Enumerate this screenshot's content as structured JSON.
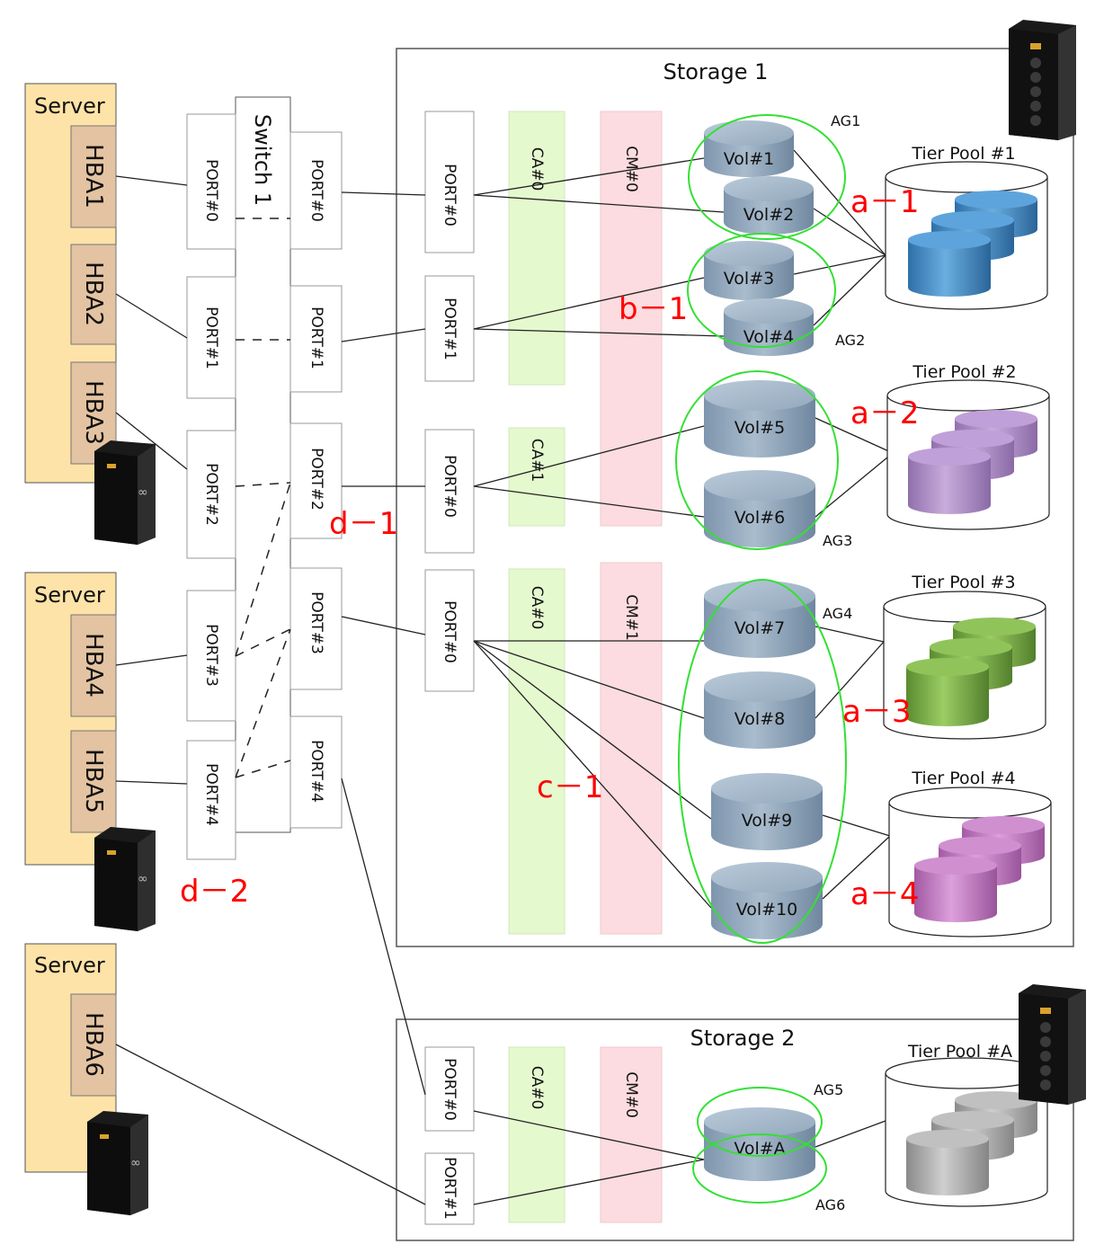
{
  "storage1": {
    "title": "Storage 1"
  },
  "storage2": {
    "title": "Storage 2"
  },
  "servers": [
    {
      "label": "Server",
      "hbas": [
        "HBA1",
        "HBA2",
        "HBA3"
      ]
    },
    {
      "label": "Server",
      "hbas": [
        "HBA4",
        "HBA5"
      ]
    },
    {
      "label": "Server",
      "hbas": [
        "HBA6"
      ]
    }
  ],
  "switch": {
    "label": "Switch 1",
    "left_ports": [
      "PORT#0",
      "PORT#1",
      "PORT#2",
      "PORT#3",
      "PORT#4"
    ],
    "right_ports": [
      "PORT#0",
      "PORT#1",
      "PORT#2",
      "PORT#3",
      "PORT#4"
    ]
  },
  "storage1_ports": [
    "PORT#0",
    "PORT#1",
    "PORT#0",
    "PORT#0"
  ],
  "storage1_cas": [
    "CA#0",
    "CA#1",
    "CA#0"
  ],
  "storage1_cms": [
    "CM#0",
    "CM#1"
  ],
  "storage2_ports": [
    "PORT#0",
    "PORT#1"
  ],
  "storage2_ca": "CA#0",
  "storage2_cm": "CM#0",
  "volumes": [
    "Vol#1",
    "Vol#2",
    "Vol#3",
    "Vol#4",
    "Vol#5",
    "Vol#6",
    "Vol#7",
    "Vol#8",
    "Vol#9",
    "Vol#10",
    "Vol#A"
  ],
  "affinity_groups": [
    "AG1",
    "AG2",
    "AG3",
    "AG4",
    "AG5",
    "AG6"
  ],
  "tier_pools": [
    "Tier Pool #1",
    "Tier Pool #2",
    "Tier Pool #3",
    "Tier Pool #4",
    "Tier Pool #A"
  ],
  "annotations": [
    "a－1",
    "b－1",
    "a－2",
    "d－1",
    "a－3",
    "c－1",
    "a－4",
    "d－2"
  ],
  "colors": {
    "server_fill": "#fde3a7",
    "hba_fill": "#e3c3a1",
    "ca_fill": "#e5f9cf",
    "cm_fill": "#fcdce0",
    "ag_ring": "#34e034",
    "annotation": "#ff0000",
    "pool1": "#4a8ec4",
    "pool2": "#b090c8",
    "pool3": "#7ab048",
    "pool4": "#c080c0",
    "poolA": "#a8a8a8"
  }
}
